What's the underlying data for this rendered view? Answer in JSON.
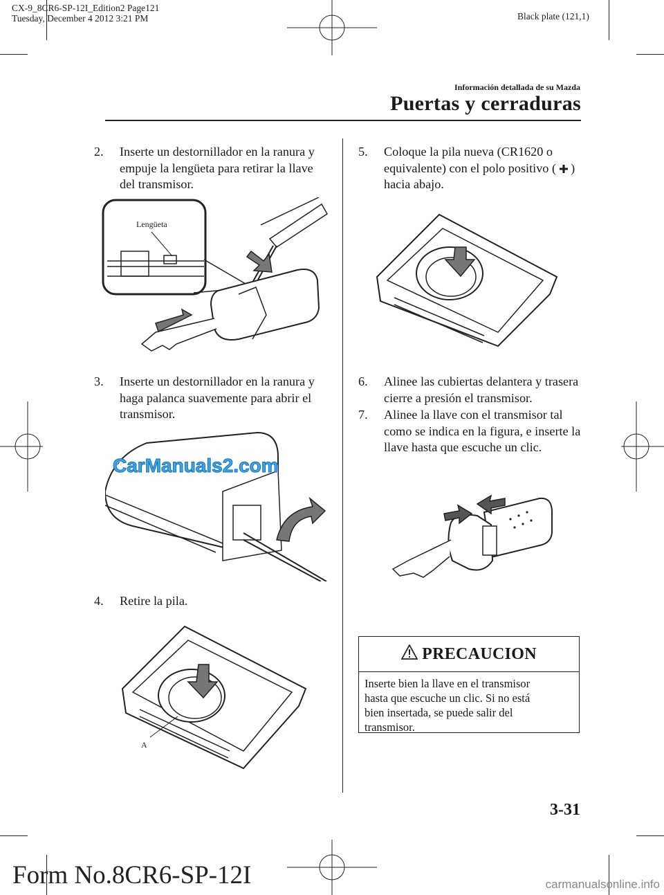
{
  "print_meta": {
    "line1": "CX-9_8CR6-SP-12I_Edition2 Page121",
    "line2": "Tuesday, December 4 2012 3:21 PM",
    "plate": "Black plate (121,1)"
  },
  "header": {
    "subtitle": "Información detallada de su Mazda",
    "title": "Puertas y cerraduras"
  },
  "steps": [
    {
      "num": "2.",
      "lines": [
        "Inserte un destornillador en la ranura y",
        "empuje la lengüeta para retirar la llave",
        "del transmisor."
      ]
    },
    {
      "num": "3.",
      "lines": [
        "Inserte un destornillador en la ranura y",
        "haga palanca suavemente para abrir el",
        "transmisor."
      ]
    },
    {
      "num": "4.",
      "lines": [
        "Retire la pila."
      ]
    },
    {
      "num": "5.",
      "lines": [
        "Coloque la pila nueva (CR1620 o",
        "equivalente) con el polo positivo (",
        "hacia abajo."
      ],
      "line2_suffix": ")"
    },
    {
      "num": "6.",
      "lines": [
        "Alinee las cubiertas delantera y trasera",
        "cierre a presión el transmisor."
      ]
    },
    {
      "num": "7.",
      "lines": [
        "Alinee la llave con el transmisor tal",
        "como se indica en la figura, e inserte la",
        "llave hasta que escuche un clic."
      ]
    }
  ],
  "figures": {
    "fig1_label": "Lengüeta",
    "fig4_label": "A"
  },
  "caution": {
    "heading": "PRECAUCION",
    "lines": [
      "Inserte bien la llave en el transmisor",
      "hasta que escuche un clic. Si no está",
      "bien insertada, se puede salir del",
      "transmisor."
    ]
  },
  "watermark": "CarManuals2.com",
  "page_number": "3-31",
  "form_number": "Form No.8CR6-SP-12I",
  "footer_watermark": "carmanualsonline.info"
}
